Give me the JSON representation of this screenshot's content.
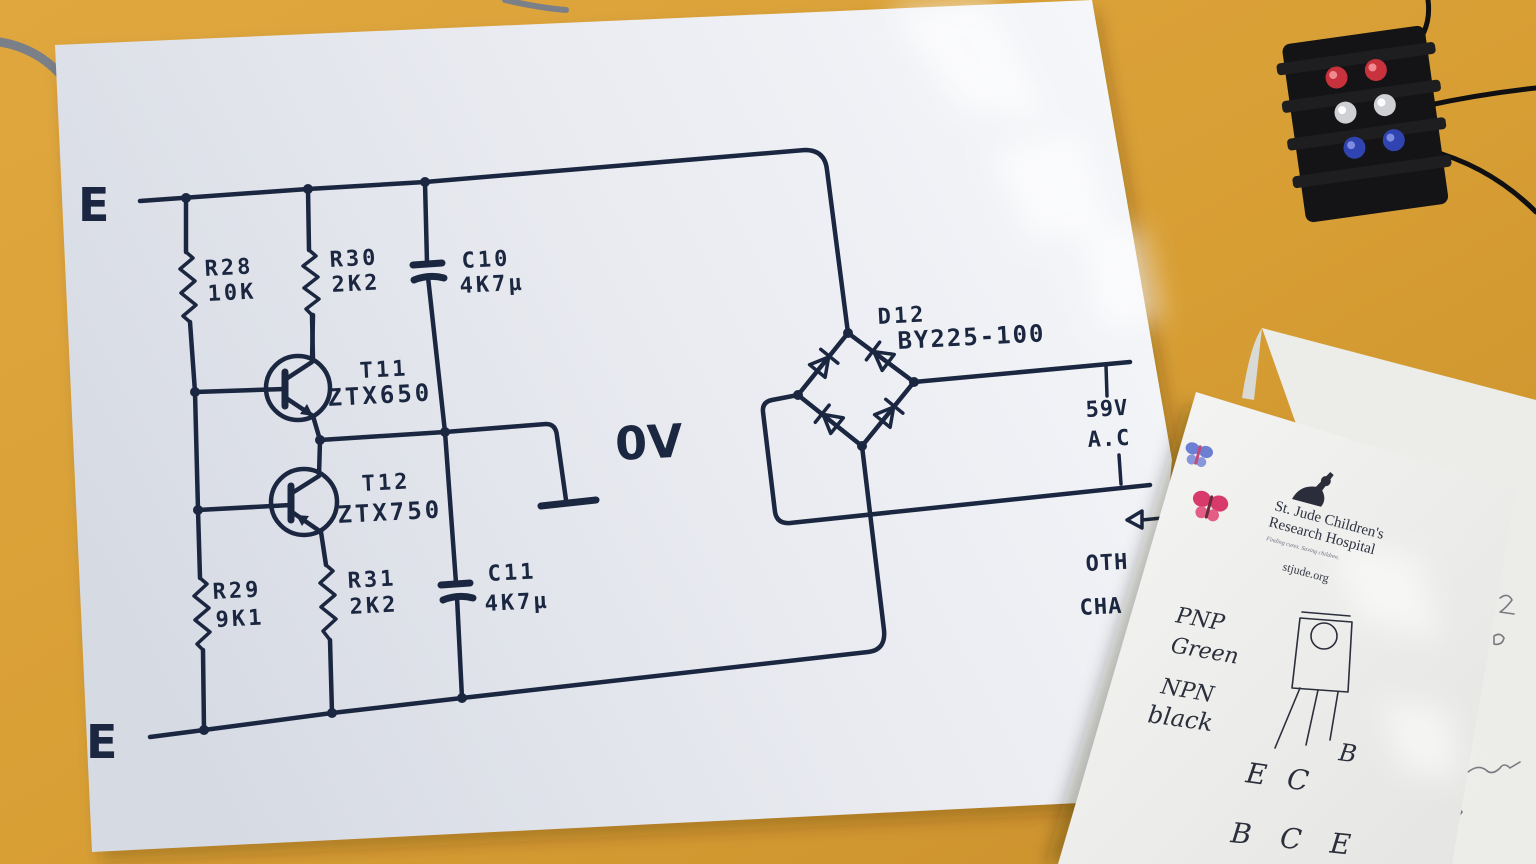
{
  "scene": {
    "table_color": "#d9a036",
    "paper_color": "#eef0f4",
    "ink_color": "#1b2740"
  },
  "schematic": {
    "rail_top_label": "E",
    "rail_bottom_label": "E",
    "r28": {
      "ref": "R28",
      "value": "10K"
    },
    "r30": {
      "ref": "R30",
      "value": "2K2"
    },
    "c10": {
      "ref": "C10",
      "value": "4K7µ"
    },
    "t11": {
      "ref": "T11",
      "part": "ZTX650"
    },
    "t12": {
      "ref": "T12",
      "part": "ZTX750"
    },
    "r29": {
      "ref": "R29",
      "value": "9K1"
    },
    "r31": {
      "ref": "R31",
      "value": "2K2"
    },
    "c11": {
      "ref": "C11",
      "value": "4K7µ"
    },
    "d12": {
      "ref": "D12",
      "part": "BY225-100"
    },
    "ground_label": "0V",
    "supply_voltage": "59V",
    "supply_type": "A.C",
    "cut_label_1": "OTH",
    "cut_label_2": "CHA"
  },
  "notepad": {
    "logo_icon": "st-jude-child-icon",
    "logo_line1": "St. Jude Children's",
    "logo_line2": "Research Hospital",
    "logo_tagline": "Finding cures. Saving children.",
    "website": "stjude.org",
    "stickers": [
      "butterfly-icon",
      "butterfly-icon"
    ],
    "notes": {
      "pnp": "PNP",
      "pnp_lead": "Green",
      "npn": "NPN",
      "npn_lead": "black",
      "pins_top": "E C",
      "pin_side": "B",
      "pins_bottom": "B C E"
    }
  },
  "terminal_block": {
    "icon": "terminal-block-icon",
    "screw_colors": [
      "#c8323c",
      "#cfd0d4",
      "#2f44b0"
    ]
  }
}
